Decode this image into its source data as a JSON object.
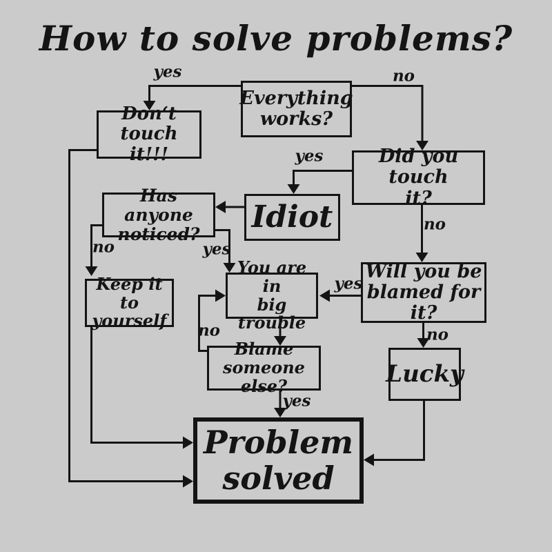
{
  "title": "How to solve problems?",
  "colors": {
    "background": "#cbcbcb",
    "ink": "#141414"
  },
  "diagram": {
    "nodes": [
      {
        "id": "everything-works",
        "label": "Everything\nworks?"
      },
      {
        "id": "dont-touch",
        "label": "Don‘t touch\nit!!!"
      },
      {
        "id": "did-you-touch",
        "label": "Did you touch\nit?"
      },
      {
        "id": "idiot",
        "label": "Idiot"
      },
      {
        "id": "has-anyone-noticed",
        "label": "Has anyone\nnoticed?"
      },
      {
        "id": "keep-it-to-yourself",
        "label": "Keep it\nto yourself"
      },
      {
        "id": "you-are-in-big-trouble",
        "label": "You are in\nbig trouble"
      },
      {
        "id": "will-you-be-blamed",
        "label": "Will you be\nblamed for it?"
      },
      {
        "id": "blame-someone-else",
        "label": "Blame someone\nelse?"
      },
      {
        "id": "lucky",
        "label": "Lucky"
      },
      {
        "id": "problem-solved",
        "label": "Problem\nsolved"
      }
    ],
    "edges": [
      {
        "id": "everything-yes",
        "from": "everything-works",
        "to": "dont-touch",
        "label": "yes"
      },
      {
        "id": "everything-no",
        "from": "everything-works",
        "to": "did-you-touch",
        "label": "no"
      },
      {
        "id": "touch-yes",
        "from": "did-you-touch",
        "to": "idiot",
        "label": "yes"
      },
      {
        "id": "touch-no",
        "from": "did-you-touch",
        "to": "will-you-be-blamed",
        "label": "no"
      },
      {
        "id": "idiot-to-noticed",
        "from": "idiot",
        "to": "has-anyone-noticed",
        "label": ""
      },
      {
        "id": "noticed-no",
        "from": "has-anyone-noticed",
        "to": "keep-it-to-yourself",
        "label": "no"
      },
      {
        "id": "noticed-yes",
        "from": "has-anyone-noticed",
        "to": "you-are-in-big-trouble",
        "label": "yes"
      },
      {
        "id": "blamed-yes",
        "from": "will-you-be-blamed",
        "to": "you-are-in-big-trouble",
        "label": "yes"
      },
      {
        "id": "blamed-no",
        "from": "will-you-be-blamed",
        "to": "lucky",
        "label": "no"
      },
      {
        "id": "trouble-to-blame",
        "from": "you-are-in-big-trouble",
        "to": "blame-someone-else",
        "label": ""
      },
      {
        "id": "blame-no",
        "from": "blame-someone-else",
        "to": "you-are-in-big-trouble",
        "label": "no"
      },
      {
        "id": "blame-yes",
        "from": "blame-someone-else",
        "to": "problem-solved",
        "label": "yes"
      },
      {
        "id": "lucky-to-solved",
        "from": "lucky",
        "to": "problem-solved",
        "label": ""
      },
      {
        "id": "dont-touch-to-solved",
        "from": "dont-touch",
        "to": "problem-solved",
        "label": ""
      },
      {
        "id": "keep-to-solved",
        "from": "keep-it-to-yourself",
        "to": "problem-solved",
        "label": ""
      }
    ]
  }
}
